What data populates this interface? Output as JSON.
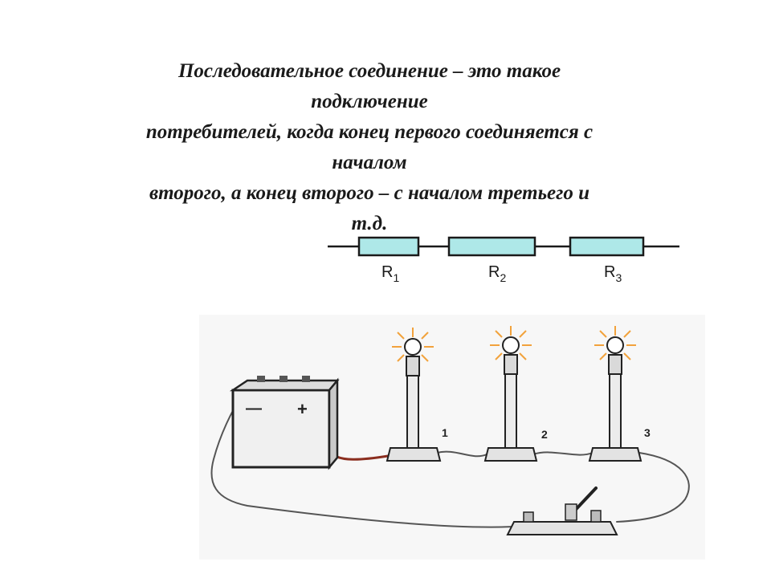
{
  "definition": {
    "lines": [
      "Последовательное соединение – это такое",
      "подключение",
      "потребителей, когда конец первого соединяется с",
      "началом",
      "второго, а конец второго – с началом третьего и",
      "т.д."
    ]
  },
  "resistor_diagram": {
    "resistors": [
      {
        "letter": "R",
        "index": "1"
      },
      {
        "letter": "R",
        "index": "2"
      },
      {
        "letter": "R",
        "index": "3"
      }
    ]
  },
  "illustration": {
    "battery_minus": "—",
    "battery_plus": "+",
    "lamp_numbers": [
      "1",
      "2",
      "3"
    ]
  },
  "colors": {
    "resistor_fill": "#aee8e8",
    "line": "#1a1a1a",
    "wire": "#555555",
    "battery_wire": "#8b2e1f",
    "lamp_glow": "#f2a23c"
  }
}
